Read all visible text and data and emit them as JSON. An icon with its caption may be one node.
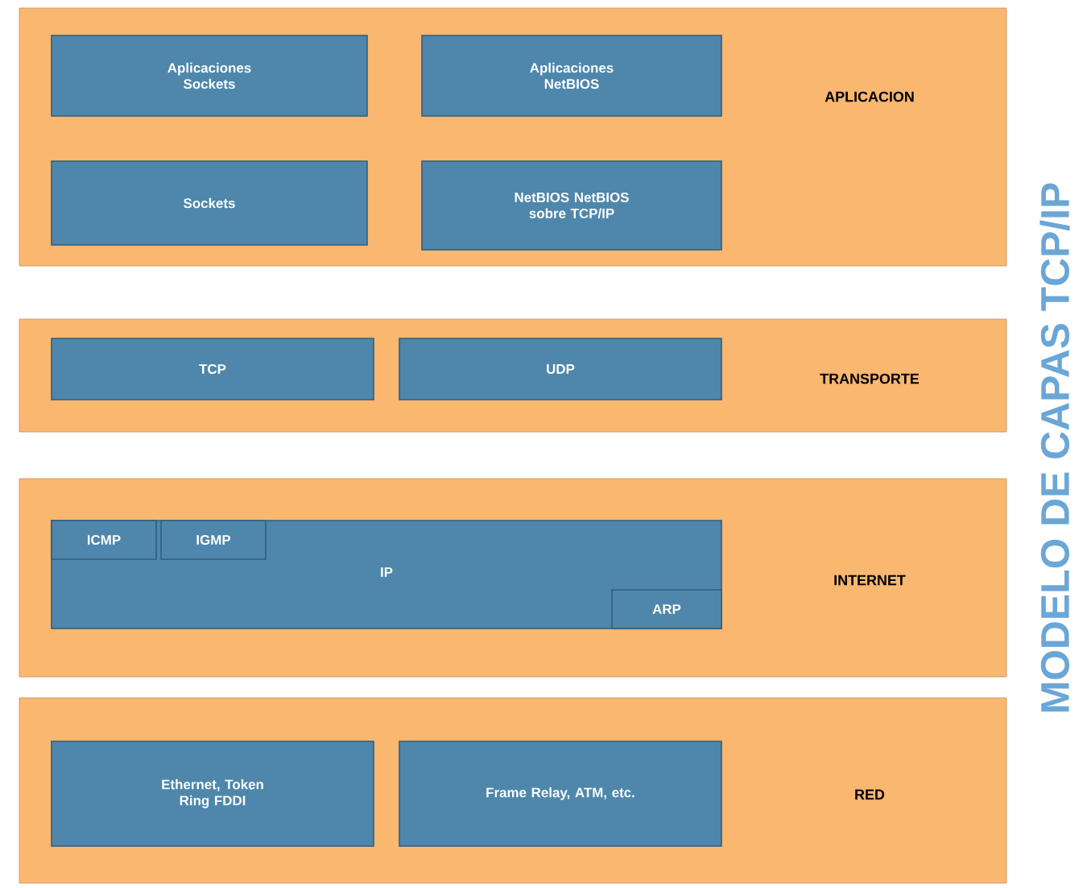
{
  "diagram": {
    "title": "MODELO DE CAPAS TCP/IP",
    "nodes": [
      {
        "text": [
          "APLICACION"
        ]
      },
      {
        "text": [
          "Aplicaciones Sockets"
        ],
        "in": 0
      },
      {
        "text": [
          "Aplicaciones NetBIOS"
        ],
        "in": 0
      },
      {
        "text": [
          "Sockets"
        ],
        "in": 0
      },
      {
        "text": [
          "NetBIOS NetBIOS sobre TCP/IP"
        ],
        "in": 0
      },
      {
        "text": [
          "TRANSPORTE"
        ]
      },
      {
        "text": [
          "TCP"
        ],
        "in": 5
      },
      {
        "text": [
          "UDP"
        ],
        "in": 5
      },
      {
        "text": [
          "INTERNET"
        ]
      },
      {
        "text": [
          "IP"
        ],
        "in": 8
      },
      {
        "text": [
          "ICMP"
        ],
        "in": 9
      },
      {
        "text": [
          "IGMP"
        ],
        "in": 9
      },
      {
        "text": [
          "ARP"
        ],
        "in": 9
      },
      {
        "text": [
          "RED"
        ]
      },
      {
        "text": [
          "Ethernet, Token Ring FDDI"
        ],
        "in": 13
      },
      {
        "text": [
          "Frame Relay, ATM, etc."
        ],
        "in": 13
      }
    ]
  }
}
